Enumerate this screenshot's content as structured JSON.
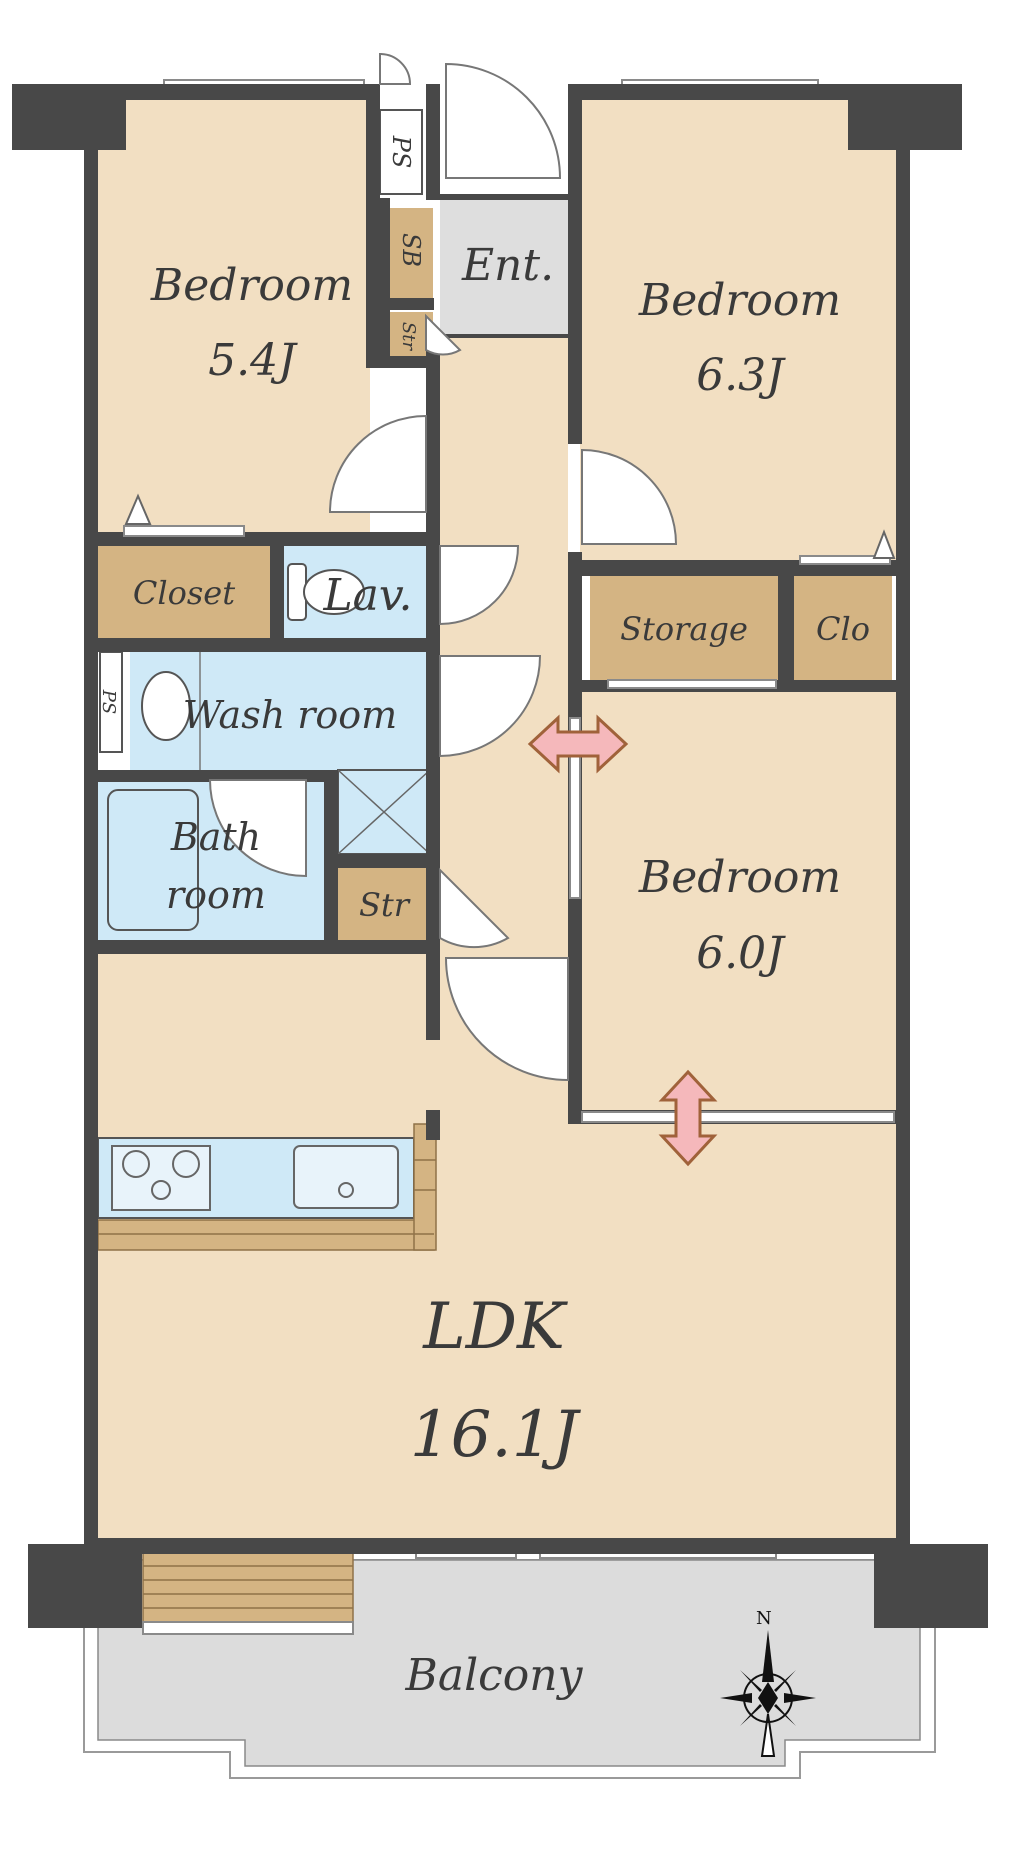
{
  "rooms": {
    "bedroom_nw": {
      "name": "Bedroom",
      "size": "5.4J"
    },
    "bedroom_ne": {
      "name": "Bedroom",
      "size": "6.3J"
    },
    "bedroom_e": {
      "name": "Bedroom",
      "size": "6.0J"
    },
    "entrance": {
      "name": "Ent."
    },
    "shoe_box": {
      "name": "SB"
    },
    "pipe_space_top": {
      "name": "PS"
    },
    "storage_small_top": {
      "name": "Str"
    },
    "closet": {
      "name": "Closet"
    },
    "lavatory": {
      "name": "Lav."
    },
    "wash_room": {
      "name": "Wash room"
    },
    "pipe_space_mid": {
      "name": "PS"
    },
    "bath_room": {
      "line1": "Bath",
      "line2": "room"
    },
    "storage_small_mid": {
      "name": "Str"
    },
    "storage": {
      "name": "Storage"
    },
    "clo": {
      "name": "Clo"
    },
    "ldk": {
      "name": "LDK",
      "size": "16.1J"
    },
    "balcony": {
      "name": "Balcony"
    }
  },
  "compass": {
    "label": "N",
    "icon": "compass-north-icon"
  },
  "colors": {
    "room_floor": "#f2dfc2",
    "wet_area": "#cfe9f7",
    "storage_fill": "#d4b483",
    "wall": "#484848",
    "entrance_floor": "#dedede",
    "balcony_floor": "#dcdcdc",
    "arrow_fill": "#f5b8bb",
    "arrow_stroke": "#a0623a"
  }
}
